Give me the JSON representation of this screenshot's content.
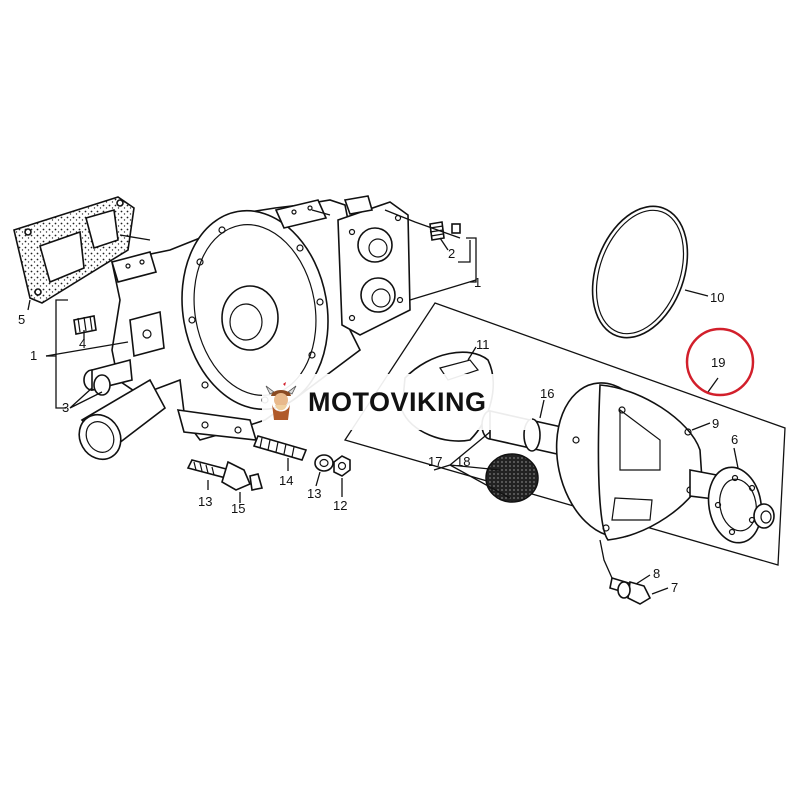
{
  "watermark": {
    "text": "MOTOVIKING"
  },
  "callouts": {
    "c1a": "1",
    "c1b": "1",
    "c2": "2",
    "c3": "3",
    "c4": "4",
    "c5": "5",
    "c6": "6",
    "c7": "7",
    "c8": "8",
    "c9": "9",
    "c10": "10",
    "c11": "11",
    "c12": "12",
    "c13a": "13",
    "c13b": "13",
    "c14": "14",
    "c15": "15",
    "c16": "16",
    "c17": "17",
    "c18": "18",
    "c19": "19"
  },
  "colors": {
    "highlight_ring": "#d21f2b",
    "ink": "#111111",
    "logo_brown": "#8a4a22"
  },
  "highlight": {
    "part": "19"
  }
}
